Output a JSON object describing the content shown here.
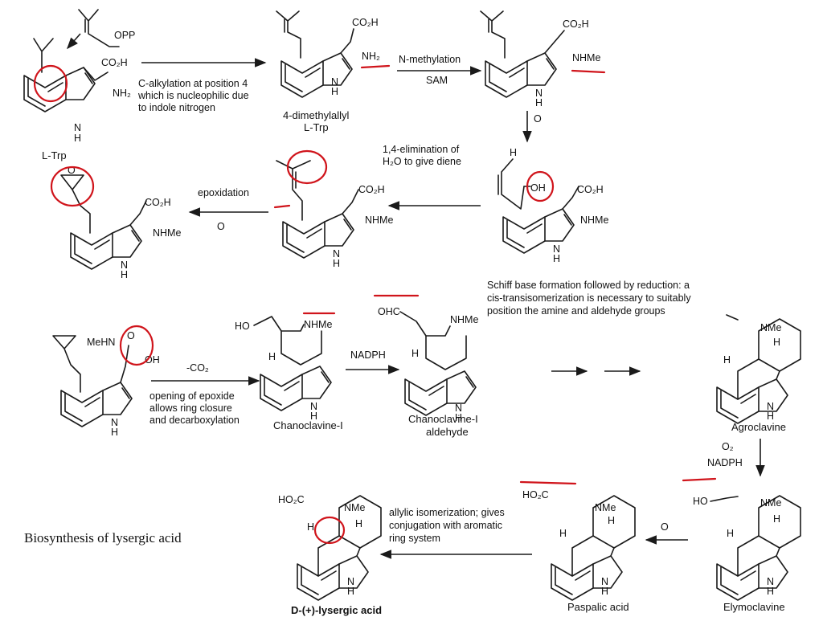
{
  "atoms": {
    "opp": "OPP",
    "co2h": "CO₂H",
    "nh2": "NH₂",
    "nh": "N",
    "h": "H",
    "nhme": "NHMe",
    "oh": "OH",
    "o": "O",
    "ho": "HO",
    "ohc": "OHC",
    "mehn": "MeHN",
    "nme": "NMe",
    "ho2c": "HO₂C",
    "h_stereo": "H"
  },
  "reagents": {
    "r1_line1": "C-alkylation at position 4",
    "r1_line2": "which is nucleophilic due",
    "r1_line3": "to indole nitrogen",
    "r2_line1": "N-methylation",
    "r2_line2": "SAM",
    "r3": "O",
    "r4_line1": "1,4-elimination of",
    "r4_line2": "H₂O to give diene",
    "r5_line1": "epoxidation",
    "r5_line2": "O",
    "r6_line1": "-CO₂",
    "r6_line2": "opening of epoxide",
    "r6_line3": "allows ring closure",
    "r6_line4": "and decarboxylation",
    "r7": "NADPH",
    "r8_line1": "Schiff base formation followed by reduction: a",
    "r8_line2": "cis-transisomerization is necessary to suitably",
    "r8_line3": "position the amine and aldehyde groups",
    "r9_line1": "O₂",
    "r9_line2": "NADPH",
    "r10": "O",
    "r11_line1": "allylic isomerization; gives",
    "r11_line2": "conjugation with aromatic",
    "r11_line3": "ring system"
  },
  "compounds": {
    "ltrp": "L-Trp",
    "dma_line1": "4-dimethylallyl",
    "dma_line2": "L-Trp",
    "chanoclavine": "Chanoclavine-I",
    "chano_ald_line1": "Chanoclavine-I",
    "chano_ald_line2": "aldehyde",
    "agroclavine": "Agroclavine",
    "elymoclavine": "Elymoclavine",
    "paspalic": "Paspalic acid",
    "lysergic": "D-(+)-lysergic acid"
  },
  "caption": "Biosynthesis of lysergic acid",
  "colors": {
    "ink": "#1a1a1a",
    "annotation_red": "#d0141b"
  }
}
